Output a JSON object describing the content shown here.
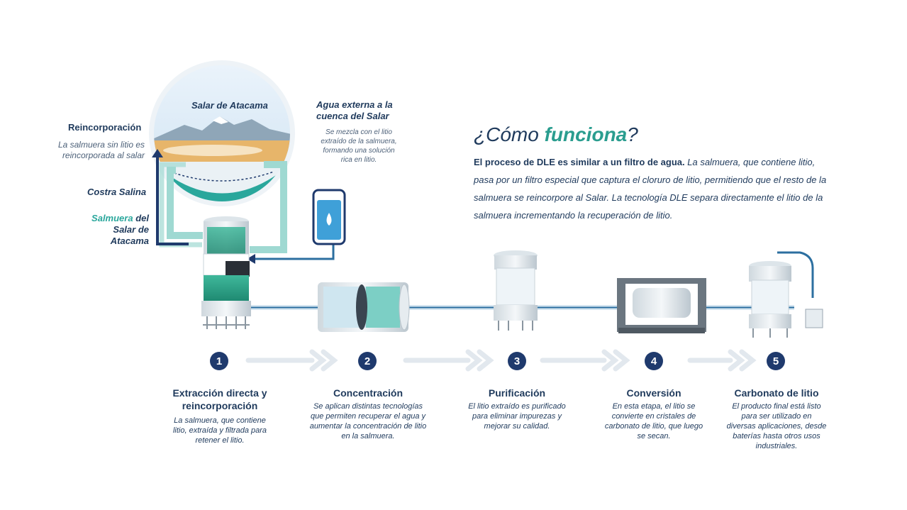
{
  "intro": {
    "heading_pre": "¿Cómo ",
    "heading_em": "funciona",
    "heading_post": "?",
    "lead": "El proceso de DLE es similar a un filtro de agua.",
    "body": " La salmuera, que contiene litio, pasa por un filtro especial que captura el cloruro de litio, permitiendo que el resto de la salmuera se reincorpore al Salar. La tecnología DLE separa directamente el litio de la salmuera incrementando la recuperación de litio."
  },
  "callouts": {
    "salar": "Salar de Atacama",
    "reinc_title": "Reincorporación",
    "reinc_desc": "La salmuera sin litio es reincorporada al salar",
    "costra": "Costra Salina",
    "salmuera_a": "Salmuera",
    "salmuera_b": " del Salar de Atacama",
    "agua_title": "Agua externa a la cuenca del Salar",
    "agua_desc": "Se mezcla con el litio extraído de la salmuera, formando una solución rica en litio."
  },
  "steps": [
    {
      "num": "1",
      "title": "Extracción directa y reincorporación",
      "desc": "La salmuera, que contiene litio, extraída y  filtrada para retener el litio."
    },
    {
      "num": "2",
      "title": "Concentración",
      "desc": "Se aplican distintas tecnologías que permiten recuperar el agua y aumentar la concentración de litio en la salmuera."
    },
    {
      "num": "3",
      "title": "Purificación",
      "desc": "El litio extraído es purificado para eliminar impurezas y mejorar su calidad."
    },
    {
      "num": "4",
      "title": "Conversión",
      "desc": "En esta etapa, el litio se convierte en cristales de carbonato de litio, que luego se secan."
    },
    {
      "num": "5",
      "title": "Carbonato de litio",
      "desc": "El producto final está listo para ser utilizado en diversas aplicaciones, desde baterías hasta otros usos industriales."
    }
  ],
  "colors": {
    "navy": "#1f3a6d",
    "teal": "#2aa79c",
    "light_teal": "#9fd9d2",
    "pipe": "#2c6fa0"
  }
}
